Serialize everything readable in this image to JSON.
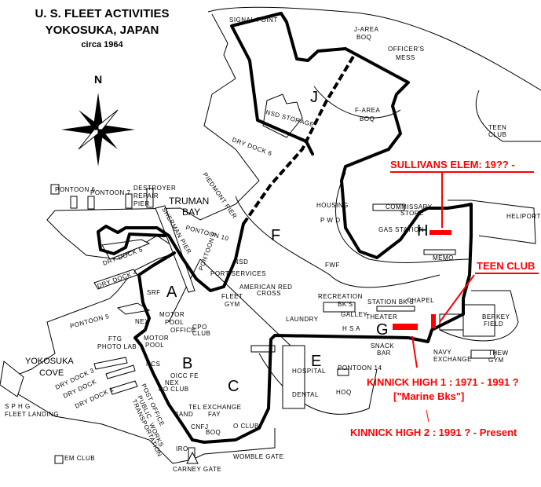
{
  "title": {
    "line1": "U. S. FLEET ACTIVITIES",
    "line2": "YOKOSUKA, JAPAN",
    "line3": "circa 1964"
  },
  "compass": {
    "north": "N"
  },
  "areas": {
    "a": "A",
    "b": "B",
    "c": "C",
    "e": "E",
    "f": "F",
    "g": "G",
    "h": "H",
    "j": "J"
  },
  "labels": {
    "signal_point": "SIGNAL POINT",
    "j_area_boq": "J-AREA",
    "boq": "BOQ",
    "officers_mess": "OFFICER'S",
    "mess": "MESS",
    "nsd_storage": "NSD STORAGE",
    "f_area": "F-AREA",
    "f_boq": "BOQ",
    "teen_club_map": "TEEN",
    "teen_club_map2": "CLUB",
    "dry_dock_6": "DRY DOCK 6",
    "piedmont_pier": "PIEDMONT PIER",
    "pontoon_6": "PONTOON 6",
    "pontoon_7": "PONTOON 7",
    "destroyer": "DESTROYER",
    "repair": "REPAIR",
    "pier": "PIER",
    "truman": "TRUMAN",
    "bay": "BAY",
    "sherman_pier": "SHERMAN PIER",
    "pontoon_10": "PONTOON 10",
    "pontoon_9": "PONTOON 9",
    "dry_dock_5": "DRY DOCK 5",
    "dry_dock_4": "DRY DOCK 4",
    "nsd": "NSD",
    "port_services": "PORT SERVICES",
    "american_red": "AMERICAN RED",
    "cross": "CROSS",
    "fleet": "FLEET",
    "gym": "GYM",
    "srf": "SRF",
    "nex": "NEX",
    "motor": "MOTOR",
    "pool_office": "POOL",
    "office": "OFFICE",
    "cpo": "CPO",
    "club": "CLUB",
    "motor_pool": "MOTOR",
    "pool": "POOL",
    "pontoon_5": "PONTOON 5",
    "ftg": "FTG",
    "photo_lab": "PHOTO LAB",
    "yokosuka": "YOKOSUKA",
    "cove": "COVE",
    "dry_dock_3": "DRY DOCK 3",
    "dry_dock_2": "DRY DOCK",
    "dry_dock_1": "DRY DOCK 1",
    "sphg": "S P H G",
    "fleet_landing": "FLEET LANDING",
    "em_club": "EM CLUB",
    "ncs": "NCS",
    "oicc": "OICC FE",
    "nex2": "NEX",
    "po_club": "PO CLUB",
    "post_office": "POST OFFICE",
    "public": "PUBLIC",
    "transportation": "TRANSPORTATION",
    "works": "WORKS",
    "tel_exchange": "TEL EXCHANGE",
    "fay": "FAY",
    "band": "BAND",
    "cnfj": "CNFJ",
    "boq2": "BOQ",
    "o_club": "O CLUB",
    "iro": "IRO",
    "carney_gate": "CARNEY GATE",
    "womble_gate": "WOMBLE GATE",
    "housing": "HOUSING",
    "pwd": "P W D",
    "commissary": "COMMISSARY",
    "store": "STORE",
    "gas_station": "GAS STATION",
    "heliport": "HELIPORT",
    "memo": "MEMO",
    "fwf": "FWF",
    "laundry": "LAUNDRY",
    "recreation": "RECREATION",
    "bks": "BK'S",
    "station_bks": "STATION BK'S",
    "chapel": "CHAPEL",
    "gallery": "GALLEY",
    "theater": "THEATER",
    "hsa": "H S A",
    "snack": "SNACK",
    "bar": "BAR",
    "navy": "NAVY",
    "exchange": "EXCHANGE",
    "berkey": "BERKEY",
    "field": "FIELD",
    "thew": "THEW",
    "thew_gym": "GYM",
    "hospital": "HOSPITAL",
    "dental": "DENTAL",
    "pontoon_14": "PONTOON 14",
    "hoq": "HOQ"
  },
  "annotations": {
    "sullivans": "SULLIVANS ELEM:  19?? -",
    "teen_club": "TEEN CLUB",
    "kinnick1": "KINNICK HIGH 1 : 1971 - 1991 ?",
    "marine_bks": "[\"Marine Bks\"]",
    "kinnick2": "KINNICK HIGH 2 :  1991 ? - Present"
  },
  "colors": {
    "annotation": "#ff0000",
    "map": "#000000"
  }
}
